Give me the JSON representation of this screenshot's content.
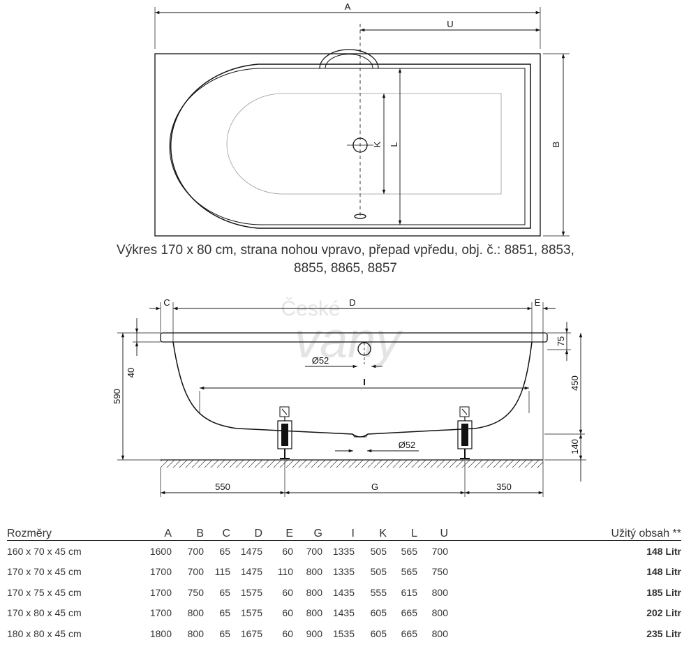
{
  "top_view": {
    "labels": {
      "a": "A",
      "u": "U",
      "b": "B",
      "k": "K",
      "l": "L"
    }
  },
  "caption": {
    "line1": "Výkres 170 x 80 cm, strana nohou vpravo, přepad vpředu, obj. č.: 8851, 8853,",
    "line2": "8855, 8865, 8857"
  },
  "watermark": {
    "line1": "České",
    "line2": "vany"
  },
  "side_view": {
    "labels": {
      "c": "C",
      "d": "D",
      "e": "E",
      "i": "I",
      "g": "G",
      "d75": "75",
      "d450": "450",
      "d140": "140",
      "d590": "590",
      "d40": "40",
      "d550": "550",
      "d350": "350",
      "dia1": "Ø52",
      "dia2": "Ø52"
    }
  },
  "table": {
    "headers": [
      "Rozměry",
      "A",
      "B",
      "C",
      "D",
      "E",
      "G",
      "I",
      "K",
      "L",
      "U",
      "Užitý obsah **"
    ],
    "rows": [
      [
        "160 x 70 x 45 cm",
        "1600",
        "700",
        "65",
        "1475",
        "60",
        "700",
        "1335",
        "505",
        "565",
        "700",
        "148 Litr"
      ],
      [
        "170 x 70 x 45 cm",
        "1700",
        "700",
        "115",
        "1475",
        "110",
        "800",
        "1335",
        "505",
        "565",
        "750",
        "148 Litr"
      ],
      [
        "170 x 75 x 45 cm",
        "1700",
        "750",
        "65",
        "1575",
        "60",
        "800",
        "1435",
        "555",
        "615",
        "800",
        "185 Litr"
      ],
      [
        "170 x 80 x 45 cm",
        "1700",
        "800",
        "65",
        "1575",
        "60",
        "800",
        "1435",
        "605",
        "665",
        "800",
        "202 Litr"
      ],
      [
        "180 x 80 x 45 cm",
        "1800",
        "800",
        "65",
        "1675",
        "60",
        "900",
        "1535",
        "605",
        "665",
        "800",
        "235 Litr"
      ]
    ]
  }
}
